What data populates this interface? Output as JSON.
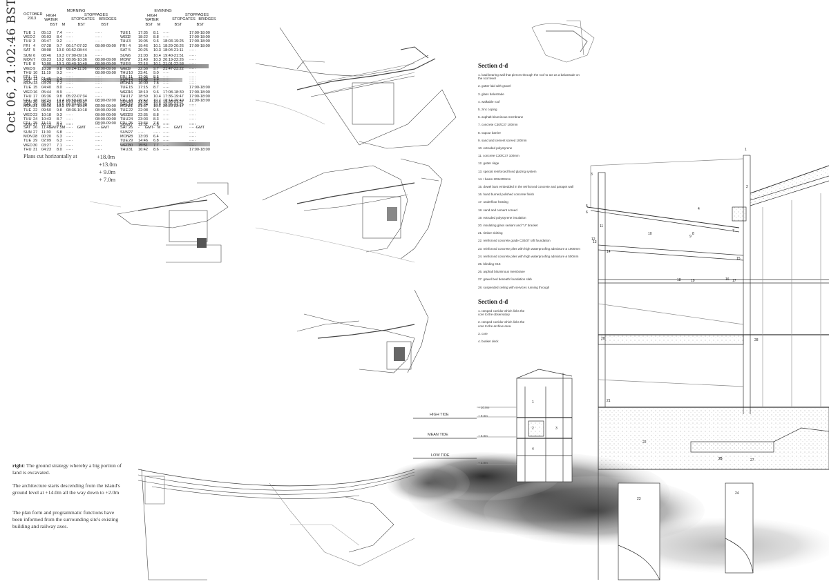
{
  "stamp": "Oct 06, 21:02:46 BST",
  "tide_table": {
    "month": "OCTOBER",
    "year": "2013",
    "morning": "MORNING",
    "evening": "EVENING",
    "high_water": "HIGH WATER",
    "stoppages": "STOPPAGES",
    "stopgates": "STOPGATES",
    "bridges": "BRIDGES",
    "col_bst": "BST",
    "col_m": "M",
    "col_gmt": "GMT",
    "weeks": [
      [
        [
          "TUE",
          "1",
          "05:13",
          "7.4",
          "·····",
          "·····",
          "TUE",
          "1",
          "17:35",
          "8.1",
          "·····",
          "17:00-18:00"
        ],
        [
          "WED",
          "2",
          "06:03",
          "8.4",
          "·····",
          "·····",
          "WED",
          "2",
          "18:22",
          "8.8",
          "·····",
          "17:00-18:00"
        ],
        [
          "THU",
          "3",
          "06:47",
          "9.2",
          "·····",
          "·····",
          "THU",
          "3",
          "19:05",
          "9.6",
          "18:03-19:25",
          "17:00-18:00"
        ],
        [
          "FRI",
          "4",
          "07:28",
          "9.7",
          "06:17-07:32",
          "08:00-09:00",
          "FRI",
          "4",
          "19:46",
          "10.1",
          "18:29-20:26",
          "17:00-18:00"
        ],
        [
          "SAT",
          "5",
          "08:08",
          "10.0",
          "06:52-08:44",
          "·····",
          "SAT",
          "5",
          "20:25",
          "10.3",
          "18:04-21:11",
          "·····"
        ]
      ],
      [
        [
          "SUN",
          "6",
          "08:46",
          "10.3",
          "07:00-09:16",
          "·····",
          "SUN",
          "6",
          "21:03",
          "10.4",
          "19:40-21:51",
          "·····"
        ],
        [
          "MON",
          "7",
          "09:23",
          "10.2",
          "08:05-10:36",
          "08:00-09:00",
          "MON",
          "7",
          "21:40",
          "10.3",
          "20:19-22:26",
          "·····"
        ],
        [
          "TUE",
          "8",
          "10:00",
          "10.1",
          "08:40-10:40",
          "08:00-09:00",
          "TUE",
          "8",
          "22:16",
          "10.1",
          "21:01-22:58",
          "·····"
        ],
        [
          "WED",
          "9",
          "10:38",
          "9.8",
          "09:24-11:36",
          "08:00-09:00",
          "WED",
          "9",
          "22:56",
          "9.7",
          "21:47-23:22",
          "·····"
        ],
        [
          "THU",
          "10",
          "11:19",
          "9.3",
          "·····",
          "08:00-09:00",
          "THU",
          "10",
          "23:41",
          "9.0",
          "·····",
          "·····"
        ],
        [
          "FRI",
          "11",
          "-",
          "-",
          "·····",
          "·····",
          "FRI",
          "11",
          "12:05",
          "8.5",
          "·····",
          "·····"
        ],
        [
          "SAT",
          "12",
          "00:33",
          "8.1",
          "·····",
          "·····",
          "SAT",
          "12",
          "13:05",
          "7.7",
          "·····",
          "·····"
        ]
      ],
      [
        [
          "SUN",
          "13",
          "01:45",
          "7.3",
          "·····",
          "·····",
          "SUN",
          "13",
          "14:30",
          "7.3",
          "·····",
          "·····"
        ],
        [
          "MON",
          "14",
          "03:29",
          "7.2",
          "·····",
          "·····",
          "MON",
          "14",
          "16:09",
          "7.8",
          "·····",
          "·····"
        ],
        [
          "TUE",
          "15",
          "04:40",
          "8.0",
          "·····",
          "·····",
          "TUE",
          "15",
          "17:15",
          "8.7",
          "·····",
          "17:00-18:00"
        ],
        [
          "WED",
          "16",
          "05:44",
          "8.9",
          "·····",
          "·····",
          "WED",
          "16",
          "18:10",
          "9.6",
          "17:08-18:30",
          "17:00-18:00"
        ],
        [
          "THU",
          "17",
          "06:36",
          "9.8",
          "05:22-07:34",
          "·····",
          "THU",
          "17",
          "18:59",
          "10.4",
          "17:36-19:47",
          "17:00-18:00"
        ],
        [
          "FRI",
          "18",
          "07:21",
          "10.4",
          "05:59-08:10",
          "08:00-09:00",
          "FRI",
          "18",
          "19:42",
          "10.7",
          "18:14-20:40",
          "17:00-18:00"
        ],
        [
          "SAT",
          "19",
          "08:03",
          "10.6",
          "06:37-09:38",
          "·····",
          "SAT",
          "19",
          "20:24",
          "10.8",
          "19:05-21:25",
          "·····"
        ]
      ],
      [
        [
          "SUN",
          "20",
          "08:42",
          "10.6",
          "07:16-09:37",
          "·····",
          "SUN",
          "20",
          "21:02",
          "10.6",
          "19:36-21:37",
          "·····"
        ],
        [
          "MON",
          "21",
          "09:16",
          "10.3",
          "07:57-10:34",
          "08:00-09:00",
          "MON",
          "21",
          "21:37",
          "10.1",
          "20:20-22:17",
          "·····"
        ],
        [
          "TUE",
          "22",
          "09:50",
          "9.8",
          "08:36-10:18",
          "08:00-09:00",
          "TUE",
          "22",
          "22:08",
          "9.5",
          "·····",
          "·····"
        ],
        [
          "WED",
          "23",
          "10:18",
          "9.3",
          "·····",
          "08:00-09:00",
          "WED",
          "23",
          "22:35",
          "8.8",
          "·····",
          "·····"
        ],
        [
          "THU",
          "24",
          "10:43",
          "8.7",
          "·····",
          "08:00-09:00",
          "THU",
          "24",
          "23:03",
          "8.3",
          "·····",
          "·····"
        ],
        [
          "FRI",
          "25",
          "11:13",
          "8.1",
          "·····",
          "08:00-09:00",
          "FRI",
          "25",
          "23:34",
          "7.8",
          "·····",
          "·····"
        ],
        [
          "SAT",
          "26",
          "11:48",
          "7.5",
          "·····",
          "·····",
          "SAT",
          "26",
          "-",
          "-",
          "·····",
          "·····"
        ]
      ],
      [
        [
          "SUN",
          "27",
          "00:13",
          "6.9",
          "·····",
          "·····",
          "SUN",
          "27",
          "12:31",
          "6.8",
          "·····",
          "·····"
        ]
      ],
      [
        [
          "SUN",
          "27",
          "11:30",
          "6.8",
          "·····",
          "·····",
          "SUN",
          "27",
          "·····",
          "·····",
          "·····",
          "·····"
        ],
        [
          "MON",
          "28",
          "00:20",
          "6.3",
          "·····",
          "·····",
          "MON",
          "28",
          "13:03",
          "6.4",
          "·····",
          "·····"
        ],
        [
          "TUE",
          "29",
          "02:09",
          "6.3",
          "·····",
          "·····",
          "TUE",
          "29",
          "14:46",
          "6.8",
          "·····",
          "·····"
        ],
        [
          "WED",
          "30",
          "03:27",
          "7.1",
          "·····",
          "·····",
          "WED",
          "30",
          "15:51",
          "7.7",
          "·····",
          "·····"
        ],
        [
          "THU",
          "31",
          "04:23",
          "8.0",
          "·····",
          "·····",
          "THU",
          "31",
          "16:42",
          "8.6",
          "·····",
          "17:00-18:00"
        ]
      ]
    ]
  },
  "plans_cut": {
    "label": "Plans cut horizontally at",
    "levels": [
      "+18.0m",
      "+13.0m",
      "+ 9.0m",
      "+ 7.0m"
    ]
  },
  "notes": {
    "right_bold": "right",
    "right_text": ": The ground strategy whereby a big portion of land is excavated.",
    "p2": "The architecture starts descending from the island's ground level at +14.0m all the way down to +2.0m",
    "p3": "The plan form and programmatic functions have been informed from the surrounding site's existing building and railway axes."
  },
  "section_legend": {
    "title": "Section d-d",
    "items": [
      "1. load bearing wall that pierces through the roof to act as a balustrade on the roof level",
      "2. gutter laid with gravel",
      "3. glass balustrade",
      "4. walkable roof",
      "5. zinc coping",
      "6. asphalt bituminous membrane",
      "7. concrete C30/C37 100mm",
      "8. vapour barrier",
      "9. sand and cement screed 100mm",
      "10. extruded polystyrene",
      "11. concrete C30/C37 100mm",
      "12. gutter ridge",
      "13. special reinforced fixed glazing system",
      "14. I beam 203x203mm",
      "15. dowel bars embedded in the reinforced concrete and parapet wall",
      "16. hand burned polished concrete finish",
      "17. underfloor heating",
      "18. sand and cement screed",
      "19. extruded polystyrene insulation",
      "20. insulating glass sealant and \"U\" bracket",
      "21. timber skirting",
      "22. reinforced concrete grade C30/37 raft foundation",
      "23. reinforced concrete piles with high waterproofing admixture ø 1000mm",
      "24. reinforced concrete piles with high waterproofing admixture ø 500mm",
      "25. blinding C15",
      "26. asphalt bituminous membrane",
      "27. gravel bed beneath foundation slab",
      "28. suspended ceiling with services running through"
    ]
  },
  "section_legend2": {
    "title": "Section d-d",
    "items": [
      "1. ramped corridor which links the core to the observatory",
      "2. ramped corridor which links the core to the archive area",
      "3. core",
      "4. bunker deck"
    ]
  },
  "tides": {
    "high": "HIGH TIDE",
    "mean": "MEAN TIDE",
    "low": "LOW TIDE"
  },
  "section_levels": [
    "+ 10.0m",
    "+ 9.0m",
    "+ 6.0m",
    "+ 2.0m"
  ],
  "section_numbers": [
    "1",
    "2",
    "3",
    "4",
    "5",
    "6",
    "7",
    "8",
    "9",
    "10",
    "11",
    "12",
    "13",
    "14",
    "15",
    "16",
    "17",
    "18",
    "19",
    "20",
    "21",
    "22",
    "23",
    "24",
    "25",
    "26",
    "27",
    "28"
  ],
  "small_section_numbers": [
    "1",
    "2",
    "3",
    "4"
  ]
}
